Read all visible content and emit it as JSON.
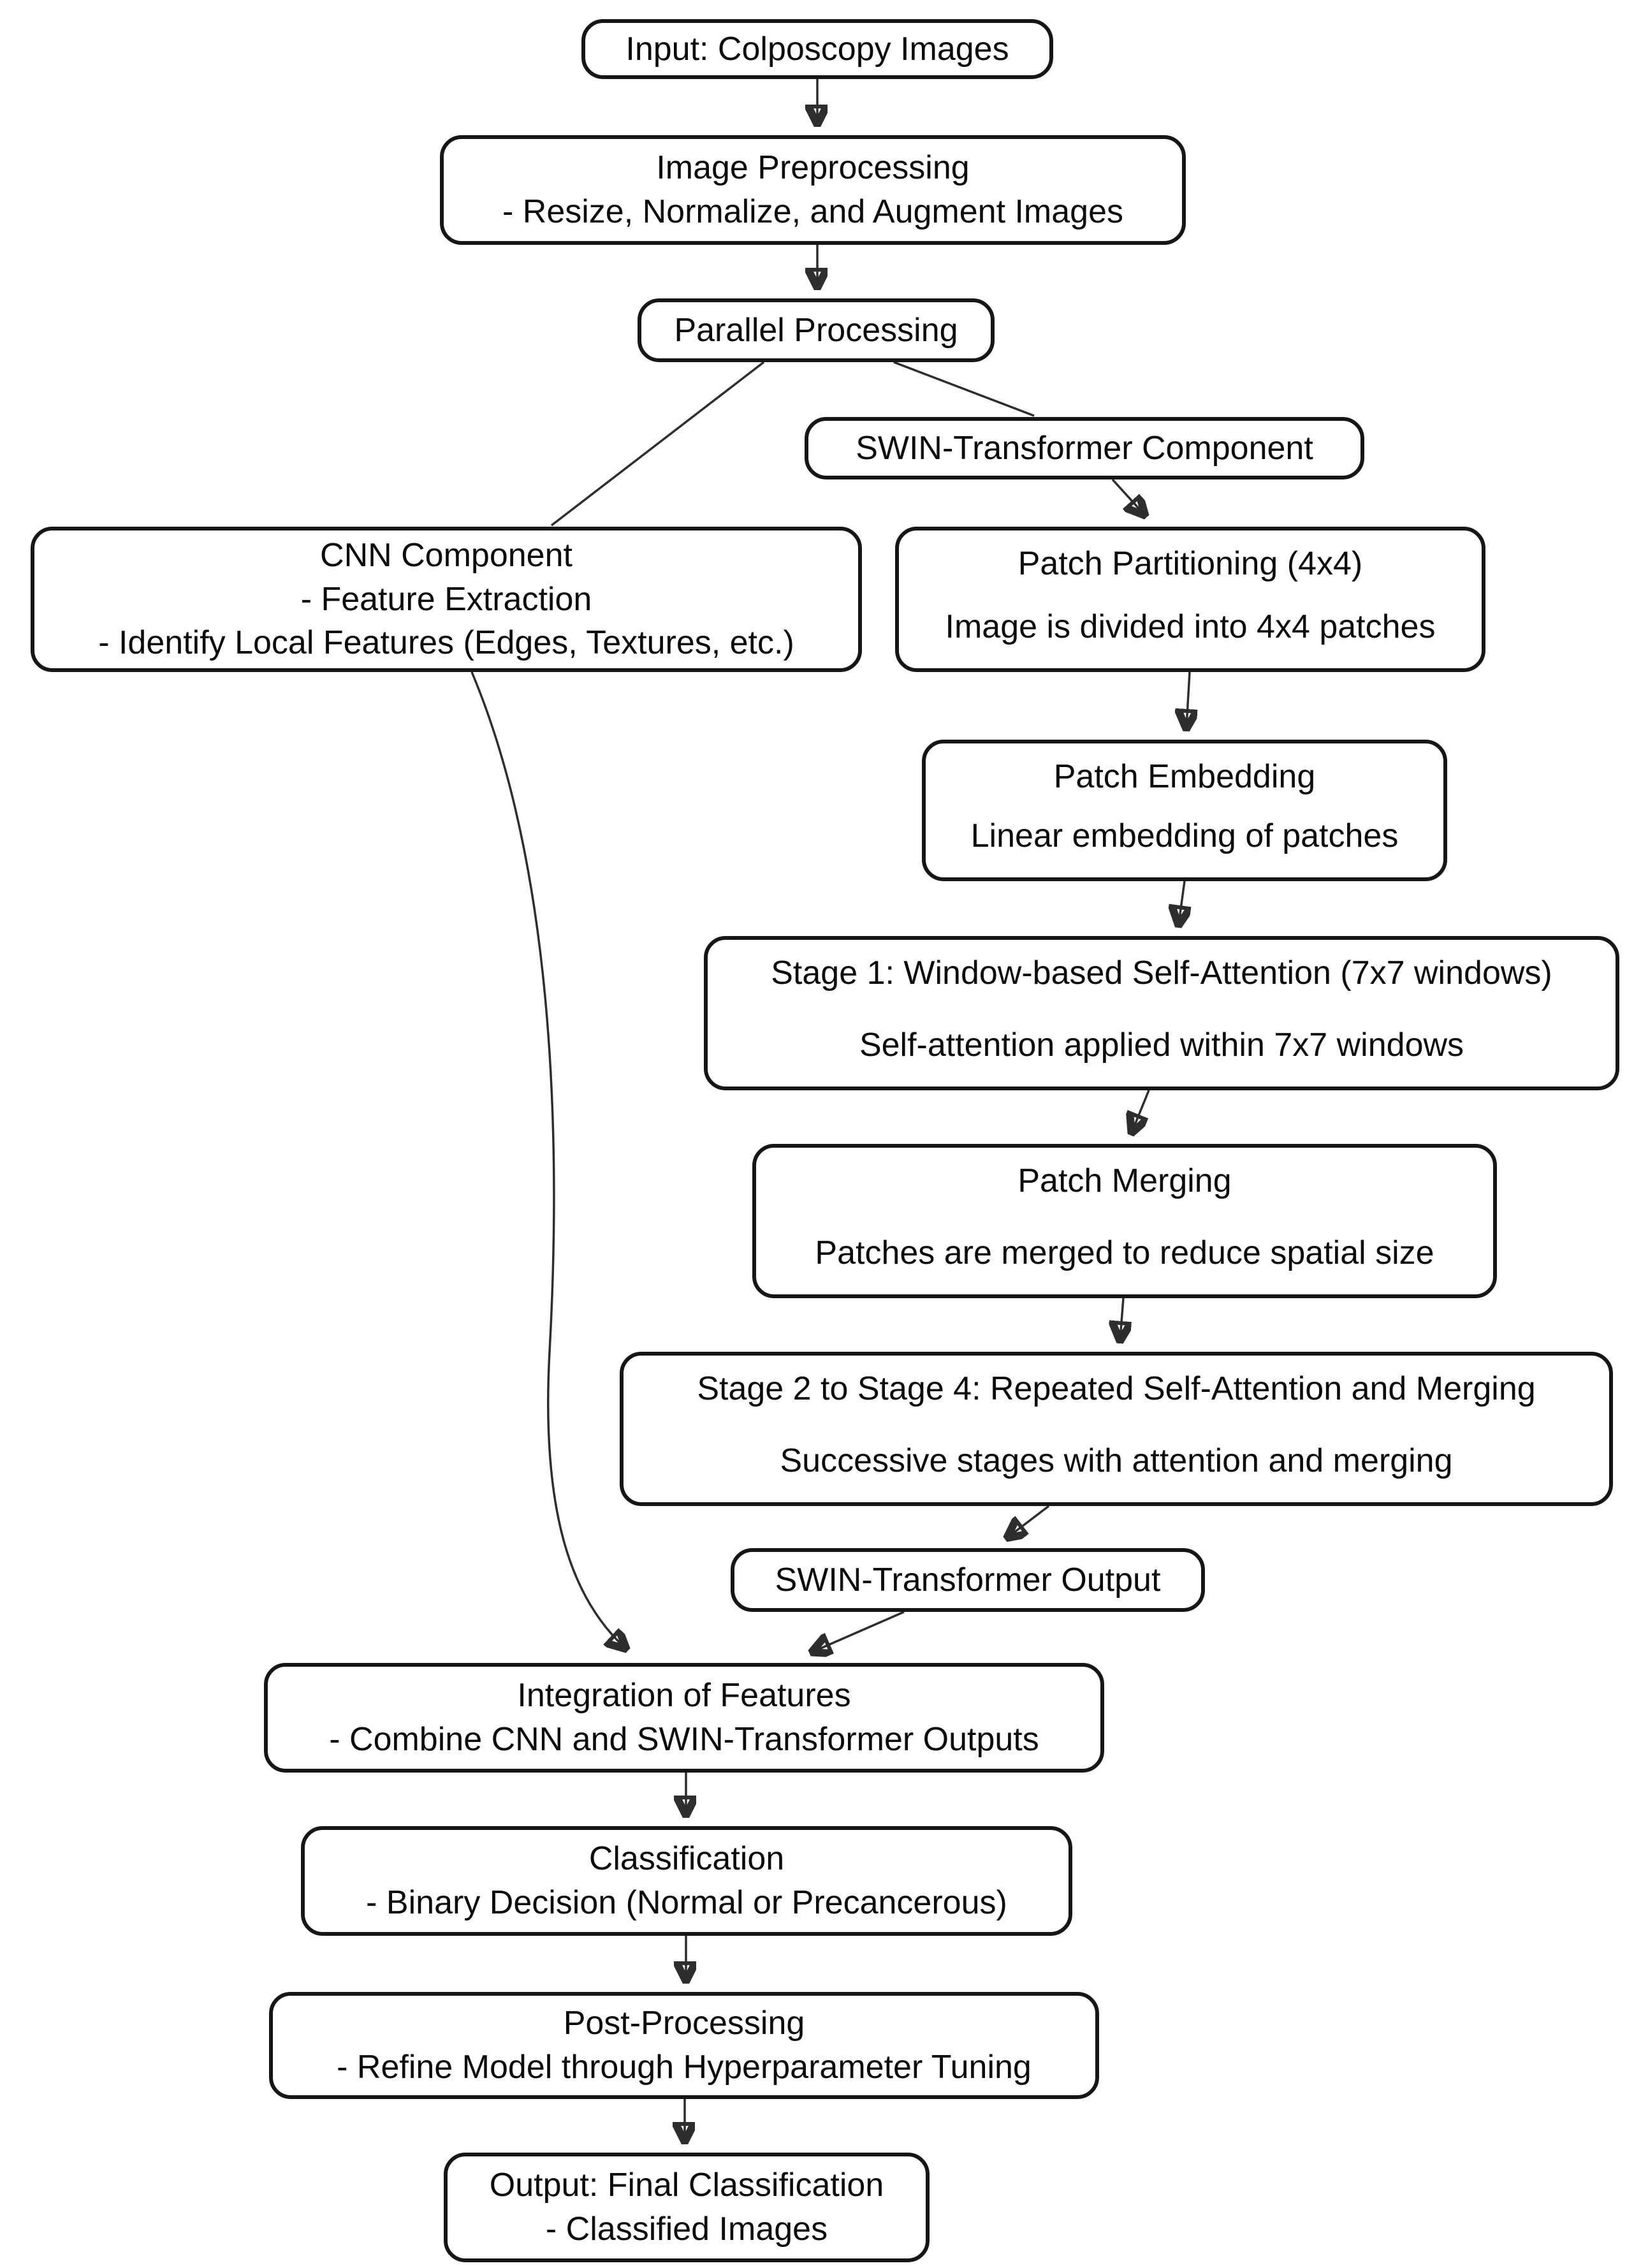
{
  "colors": {
    "background": "#ffffff",
    "node_border": "#161616",
    "edge_line": "#2e2e2e",
    "text": "#0b0b0b"
  },
  "nodes": {
    "input": {
      "lines": [
        "Input: Colposcopy Images"
      ]
    },
    "preprocessing": {
      "lines": [
        "Image Preprocessing",
        "- Resize, Normalize, and Augment Images"
      ]
    },
    "parallel": {
      "lines": [
        "Parallel Processing"
      ]
    },
    "swin_component": {
      "lines": [
        "SWIN-Transformer Component"
      ]
    },
    "cnn_component": {
      "lines": [
        "CNN Component",
        "- Feature Extraction",
        "- Identify Local Features (Edges, Textures, etc.)"
      ]
    },
    "patch_partitioning": {
      "lines": [
        "Patch Partitioning (4x4)",
        "Image is divided into 4x4 patches"
      ]
    },
    "patch_embedding": {
      "lines": [
        "Patch Embedding",
        "Linear embedding of patches"
      ]
    },
    "stage1": {
      "lines": [
        "Stage 1: Window-based Self-Attention (7x7 windows)",
        "Self-attention applied within 7x7 windows"
      ]
    },
    "patch_merging": {
      "lines": [
        "Patch Merging",
        "Patches are merged to reduce spatial size"
      ]
    },
    "stage2_4": {
      "lines": [
        "Stage 2 to Stage 4: Repeated Self-Attention and Merging",
        "Successive stages with attention and merging"
      ]
    },
    "swin_output": {
      "lines": [
        "SWIN-Transformer Output"
      ]
    },
    "integration": {
      "lines": [
        "Integration of Features",
        "- Combine CNN and SWIN-Transformer Outputs"
      ]
    },
    "classification": {
      "lines": [
        "Classification",
        "- Binary Decision (Normal or Precancerous)"
      ]
    },
    "post_processing": {
      "lines": [
        "Post-Processing",
        "- Refine Model through Hyperparameter Tuning"
      ]
    },
    "output": {
      "lines": [
        "Output: Final Classification",
        "- Classified Images"
      ]
    }
  }
}
